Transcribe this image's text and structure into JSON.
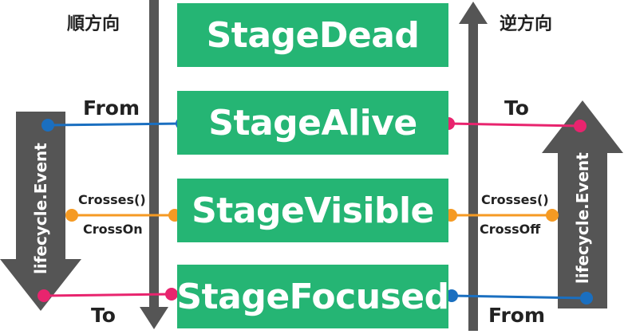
{
  "headings": {
    "forward": "順方向",
    "reverse": "逆方向"
  },
  "stages": [
    "StageDead",
    "StageAlive",
    "StageVisible",
    "StageFocused"
  ],
  "left_labels": {
    "from": "From",
    "crosses": "Crosses()",
    "cross_on": "CrossOn",
    "to": "To"
  },
  "right_labels": {
    "to": "To",
    "crosses": "Crosses()",
    "cross_off": "CrossOff",
    "from": "From"
  },
  "event_arrow_left": "lifecycle.Event",
  "event_arrow_right": "lifecycle.Event",
  "colors": {
    "stage_fill": "#25b574",
    "arrow_gray": "#555555",
    "blue_line": "#1a6fc0",
    "pink_line": "#e8246e",
    "orange_line": "#f59a23"
  }
}
